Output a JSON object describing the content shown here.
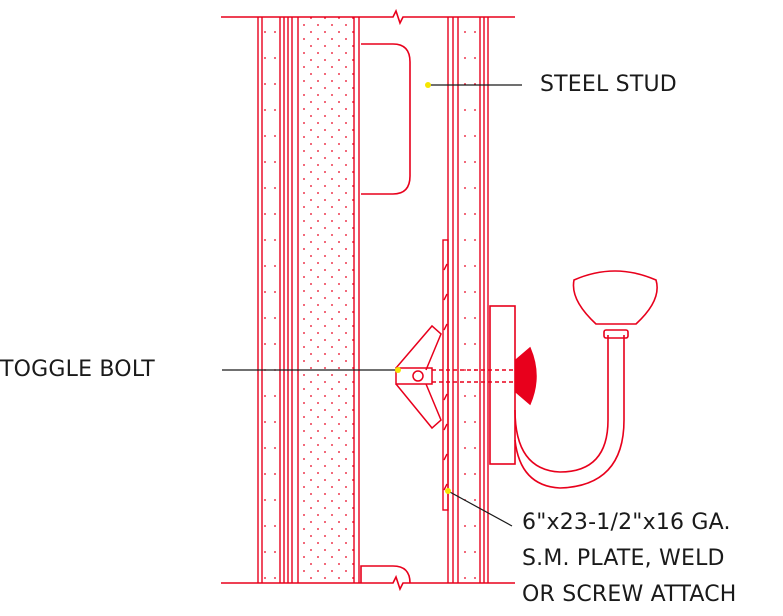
{
  "labels": {
    "steel_stud": "STEEL STUD",
    "toggle_bolt": "TOGGLE BOLT",
    "plate_line1": "6\"x23-1/2\"x16 GA.",
    "plate_line2": "S.M. PLATE, WELD",
    "plate_line3": "OR SCREW ATTACH"
  },
  "colors": {
    "drawing": "#e8001c",
    "leader": "#1a1a1a",
    "marker": "#f5e600",
    "text": "#1a1a1a"
  }
}
